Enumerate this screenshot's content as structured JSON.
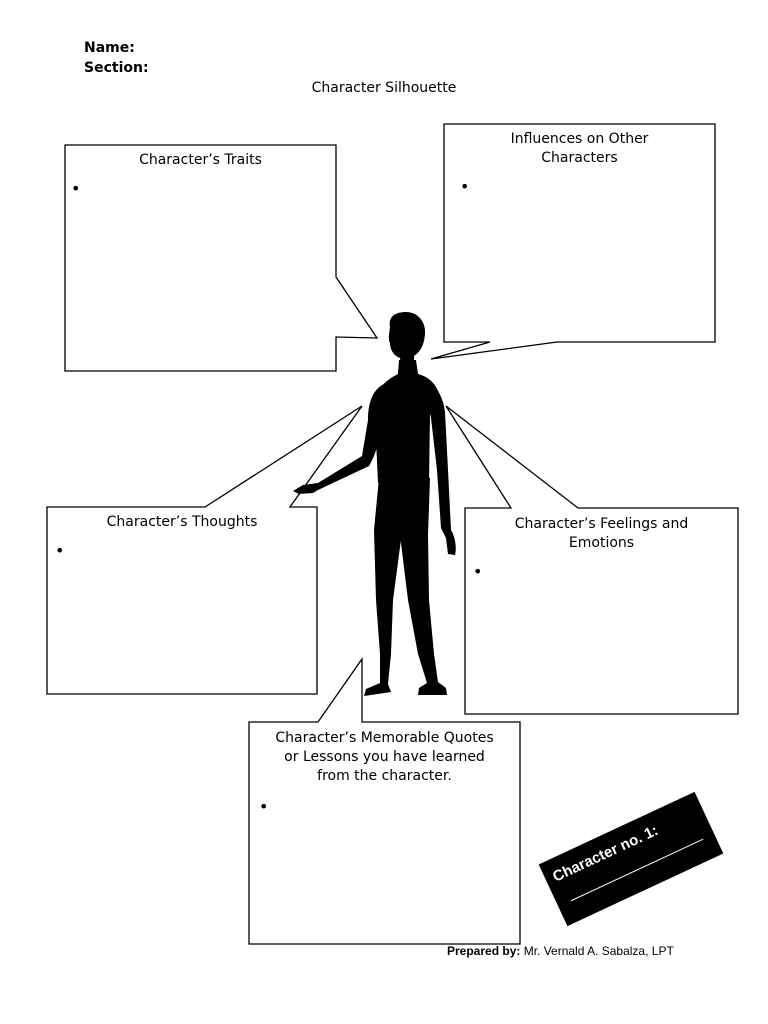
{
  "header": {
    "name_label": "Name:",
    "section_label": "Section:",
    "title": "Character Silhouette"
  },
  "boxes": {
    "traits": {
      "title": "Character’s Traits",
      "bullet": "•"
    },
    "influences": {
      "title_line1": "Influences on Other",
      "title_line2": "Characters",
      "bullet": "•"
    },
    "thoughts": {
      "title": "Character’s Thoughts",
      "bullet": "•"
    },
    "feelings": {
      "title_line1": "Character’s Feelings and",
      "title_line2": "Emotions",
      "bullet": "•"
    },
    "quotes": {
      "title_line1": "Character’s Memorable Quotes",
      "title_line2": "or Lessons you have learned",
      "title_line3": "from the character.",
      "bullet": "•"
    }
  },
  "badge": {
    "label": "Character no. 1:"
  },
  "footer": {
    "prepared_label": "Prepared by:",
    "author": " Mr. Vernald A. Sabalza, LPT"
  },
  "colors": {
    "ink": "#000000",
    "paper": "#ffffff"
  },
  "icons": {
    "silhouette": "standing-person-silhouette"
  }
}
